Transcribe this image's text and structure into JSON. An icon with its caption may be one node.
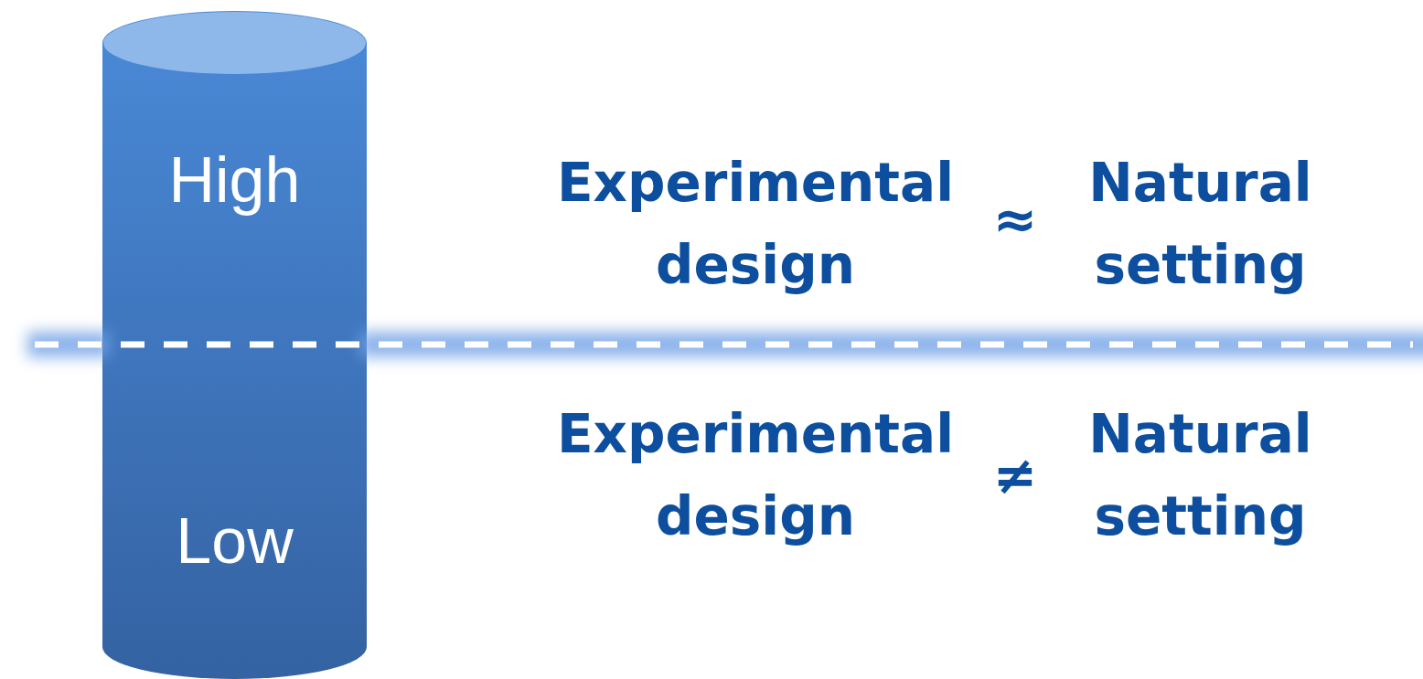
{
  "diagram": {
    "nodes": [
      {
        "text": [
          "High",
          "Low"
        ]
      }
    ],
    "labels": [
      "Experimental design",
      "≈",
      "Natural setting",
      "Experimental design",
      "≠",
      "Natural setting"
    ]
  }
}
